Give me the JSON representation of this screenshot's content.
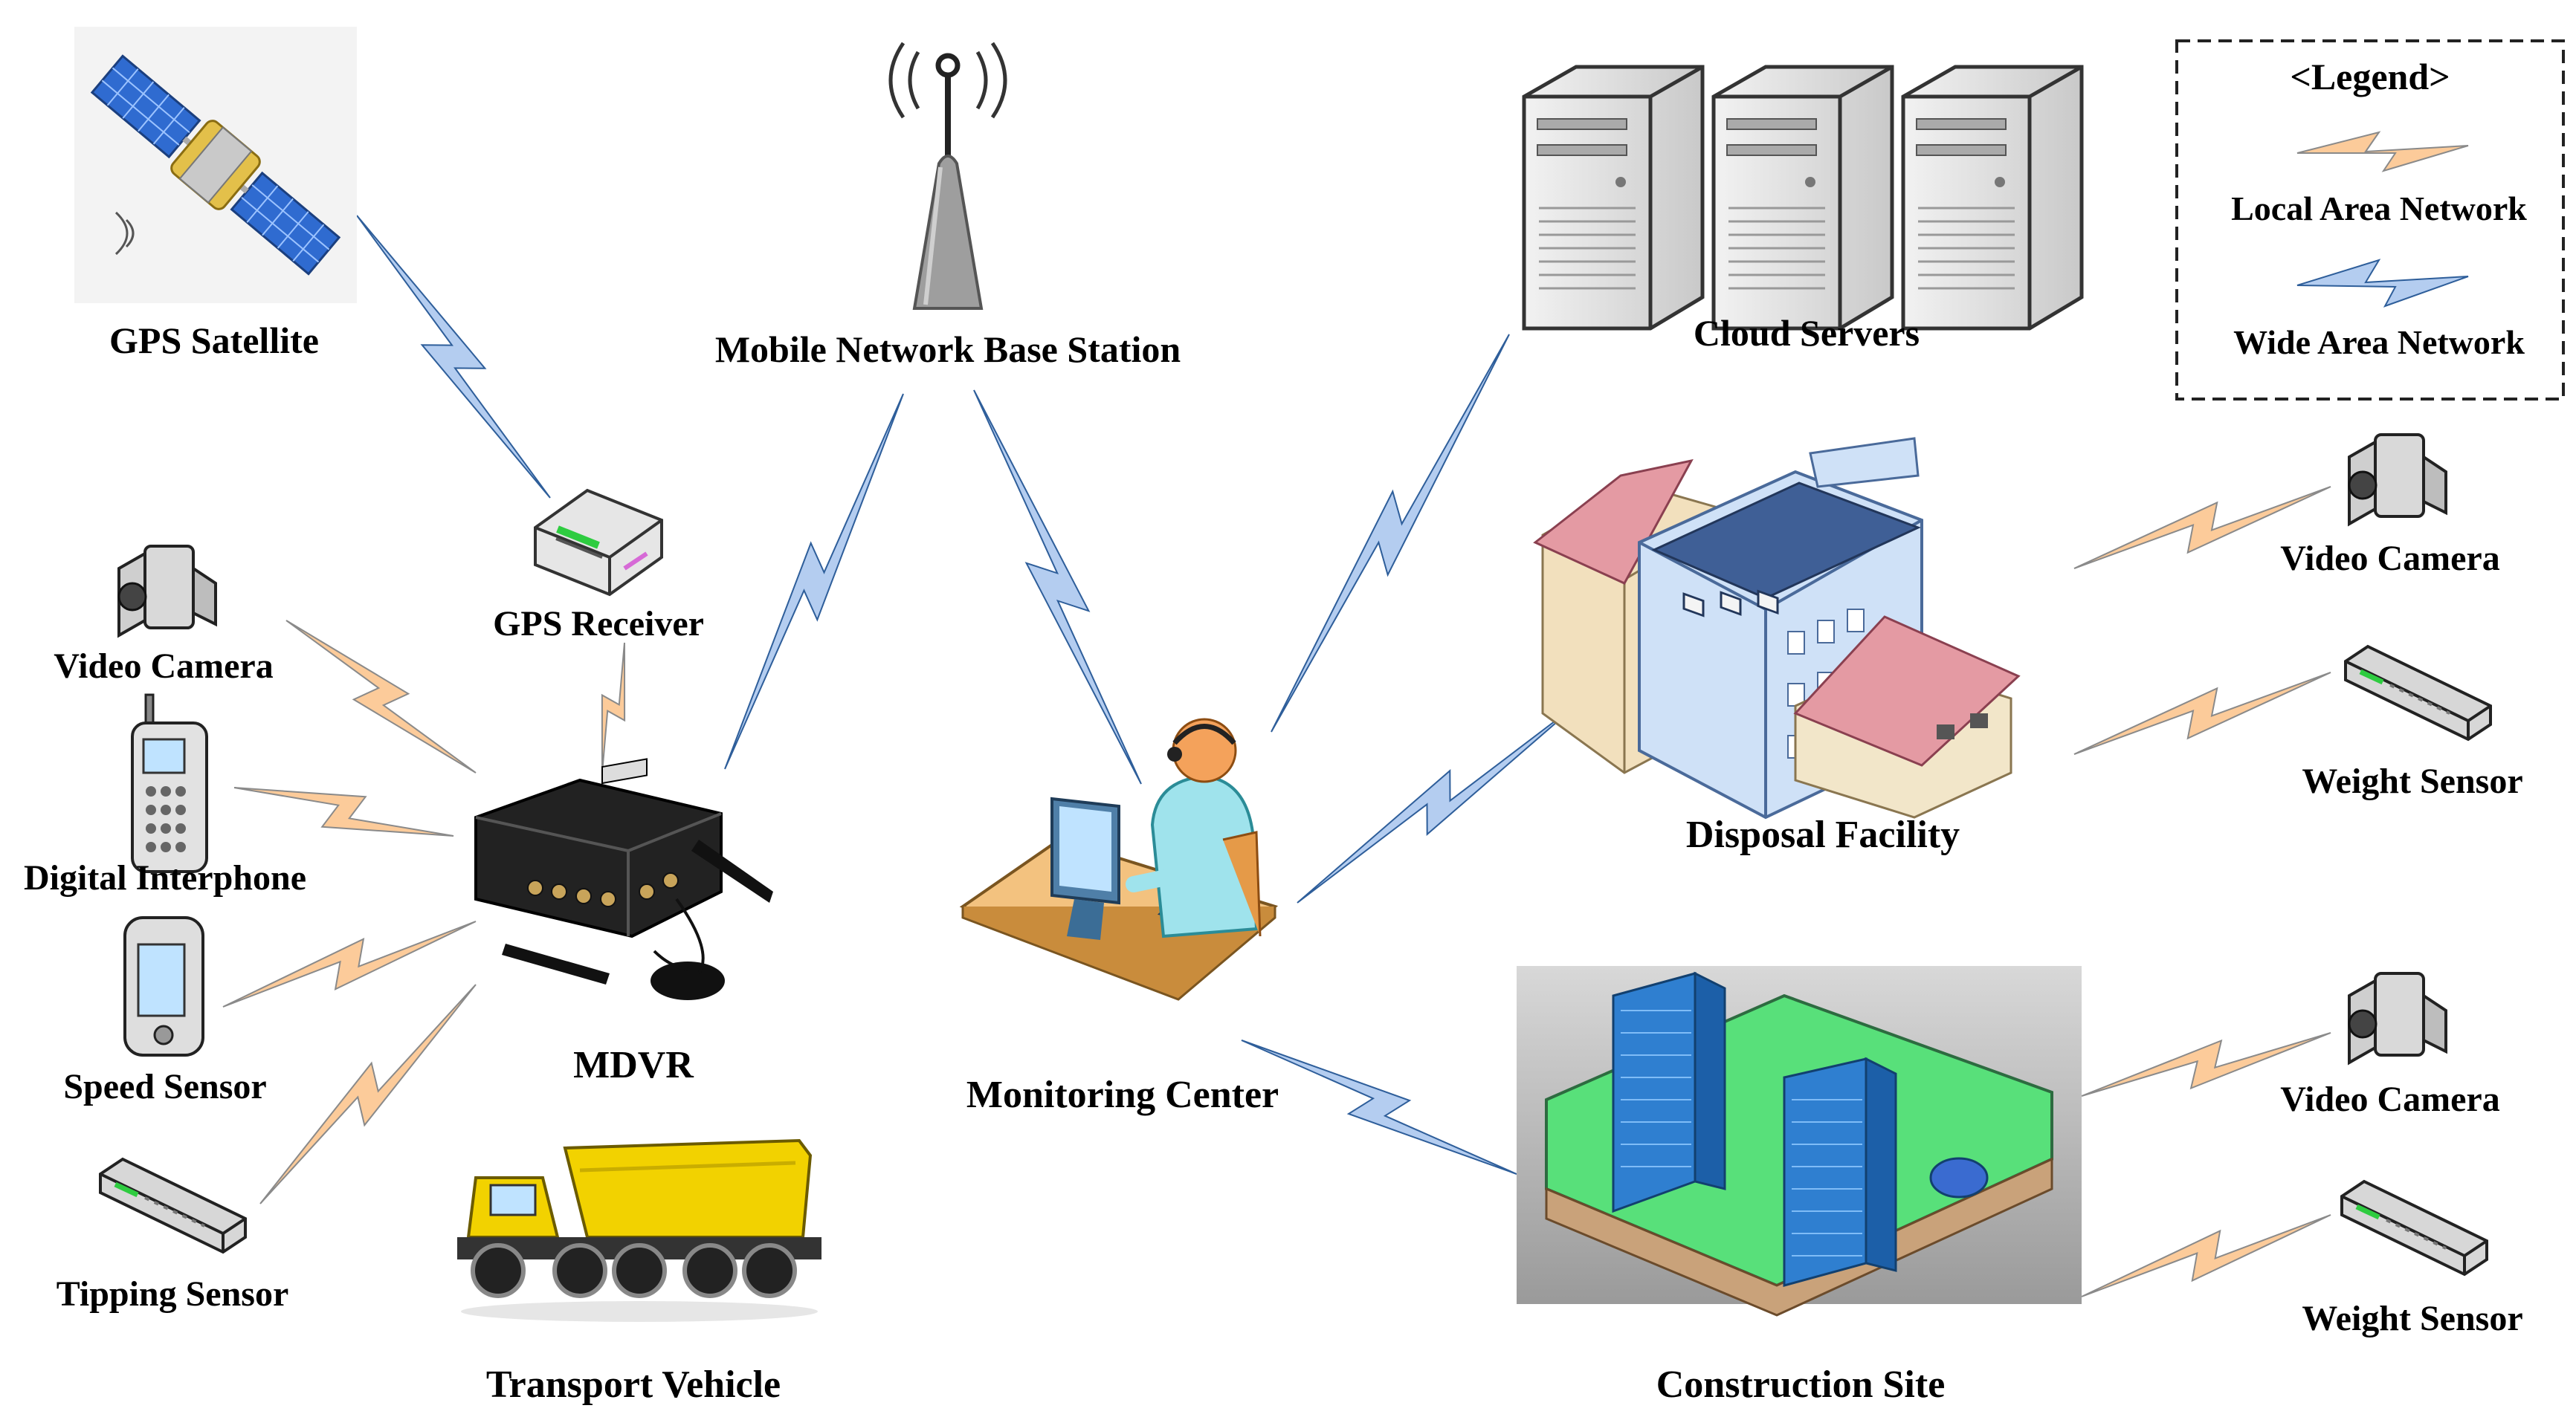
{
  "nodes": {
    "gps_satellite": "GPS Satellite",
    "mobile_base_station": "Mobile Network Base Station",
    "cloud_servers": "Cloud Servers",
    "gps_receiver": "GPS Receiver",
    "video_camera_left": "Video Camera",
    "digital_interphone": "Digital Interphone",
    "speed_sensor": "Speed Sensor",
    "tipping_sensor": "Tipping Sensor",
    "mdvr": "MDVR",
    "transport_vehicle": "Transport Vehicle",
    "monitoring_center": "Monitoring Center",
    "disposal_facility": "Disposal Facility",
    "construction_site": "Construction Site",
    "video_camera_disposal": "Video Camera",
    "weight_sensor_disposal": "Weight Sensor",
    "video_camera_construction": "Video Camera",
    "weight_sensor_construction": "Weight Sensor"
  },
  "legend": {
    "title": "<Legend>",
    "local_area_network": "Local Area Network",
    "wide_area_network": "Wide Area Network"
  },
  "colors": {
    "lan_link": "#FCCB9A",
    "wan_link": "#B4CDF0",
    "wan_outline": "#2E5E9A"
  }
}
